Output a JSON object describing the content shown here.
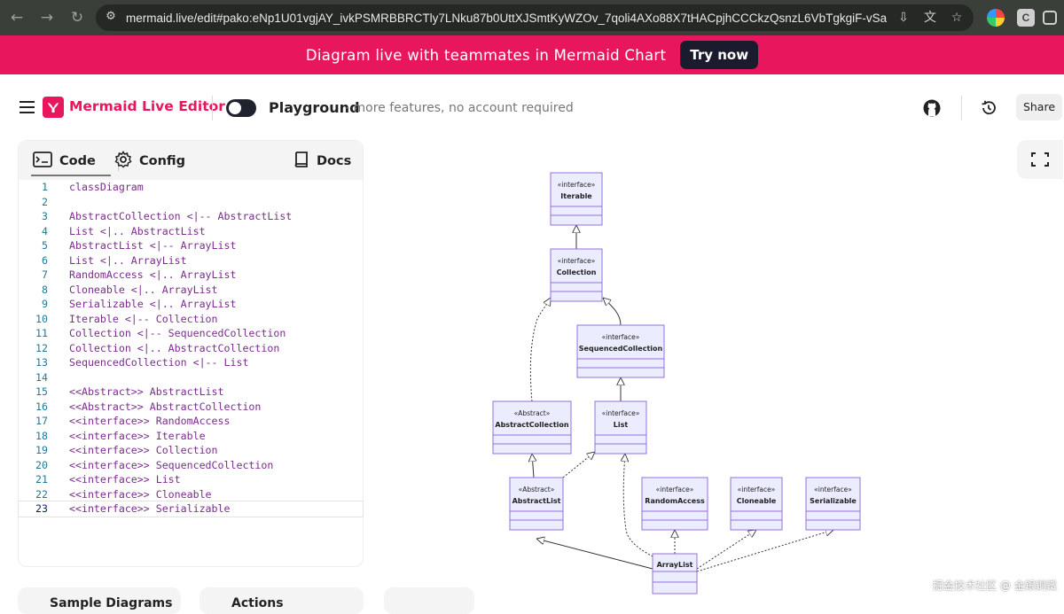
{
  "browser": {
    "url": "mermaid.live/edit#pako:eNp1U01vgjAY_ivkPSMRBBRCTly7LNku87b0UttXJSmtKyWZOv_7qoli4AXo88X7tHACpjhCCCkzQsnzL6VbTgkgiF-vSa...",
    "icons": [
      "back-icon",
      "forward-icon",
      "reload-icon",
      "site-settings-icon",
      "install-icon",
      "translate-icon",
      "bookmark-star-icon"
    ]
  },
  "banner": {
    "text": "Diagram live with teammates in Mermaid Chart",
    "button": "Try now"
  },
  "header": {
    "brand": "Mermaid Live Editor",
    "playground": "Playground",
    "playground_sub": "- more features, no account required",
    "share": "Share"
  },
  "editor": {
    "tabs": {
      "code": "Code",
      "config": "Config",
      "docs": "Docs"
    },
    "lines": [
      "classDiagram",
      "",
      "AbstractCollection <|-- AbstractList",
      "List <|.. AbstractList",
      "AbstractList <|-- ArrayList",
      "List <|.. ArrayList",
      "RandomAccess <|.. ArrayList",
      "Cloneable <|.. ArrayList",
      "Serializable <|.. ArrayList",
      "Iterable <|-- Collection",
      "Collection <|-- SequencedCollection",
      "Collection <|.. AbstractCollection",
      "SequencedCollection <|-- List",
      "",
      "<<Abstract>> AbstractList",
      "<<Abstract>> AbstractCollection",
      "<<interface>> RandomAccess",
      "<<interface>> Iterable",
      "<<interface>> Collection",
      "<<interface>> SequencedCollection",
      "<<interface>> List",
      "<<interface>> Cloneable",
      "<<interface>> Serializable"
    ],
    "active_line": 23
  },
  "bottom": {
    "sample": "Sample Diagrams",
    "actions": "Actions"
  },
  "diagram": {
    "nodes": [
      {
        "id": "iterable",
        "stereotype": "«interface»",
        "name": "Iterable"
      },
      {
        "id": "collection",
        "stereotype": "«interface»",
        "name": "Collection"
      },
      {
        "id": "sequenced",
        "stereotype": "«interface»",
        "name": "SequencedCollection"
      },
      {
        "id": "abscoll",
        "stereotype": "«Abstract»",
        "name": "AbstractCollection"
      },
      {
        "id": "list",
        "stereotype": "«interface»",
        "name": "List"
      },
      {
        "id": "abslist",
        "stereotype": "«Abstract»",
        "name": "AbstractList"
      },
      {
        "id": "random",
        "stereotype": "«interface»",
        "name": "RandomAccess"
      },
      {
        "id": "cloneable",
        "stereotype": "«interface»",
        "name": "Cloneable"
      },
      {
        "id": "serializable",
        "stereotype": "«interface»",
        "name": "Serializable"
      },
      {
        "id": "arraylist",
        "stereotype": "",
        "name": "ArrayList"
      }
    ]
  },
  "watermark": "掘金技术社区 @ 金銀銅鐵"
}
